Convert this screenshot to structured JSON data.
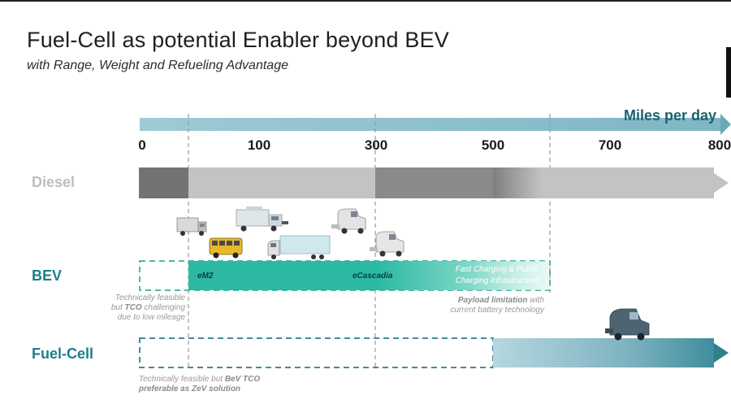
{
  "title": "Fuel-Cell as potential Enabler beyond BEV",
  "subtitle": "with Range, Weight and Refueling Advantage",
  "axis": {
    "label": "Miles per day",
    "ticks": [
      "0",
      "100",
      "300",
      "500",
      "700",
      "800"
    ]
  },
  "rows": {
    "diesel": {
      "label": "Diesel"
    },
    "bev": {
      "label": "BEV",
      "bar_labels": [
        "eM2",
        "eCascadia"
      ]
    },
    "fuel_cell": {
      "label": "Fuel-Cell"
    }
  },
  "notes": {
    "bev_left": {
      "line1": "Technically feasible",
      "line2_pre": "but ",
      "line2_bold": "TCO",
      "line2_post": " challenging",
      "line3": "due to low mileage"
    },
    "fast_charging": {
      "line1": "Fast Charging & Public",
      "line2": "Charging Infrastructure"
    },
    "payload": {
      "bold": "Payload limitation",
      "rest": " with",
      "line2": "current battery technology"
    },
    "fc_left": {
      "line1_pre": "Technically feasible but ",
      "line1_bold": "BeV TCO",
      "line2": "preferable as ZeV solution"
    }
  },
  "colors": {
    "axis_arrow": "#8ec1cf",
    "diesel_dark": "#737373",
    "diesel_light": "#c3c3c3",
    "bev_teal": "#2bb9a3",
    "fc_blue": "#a9cfd9",
    "fc_dark": "#3f8e9c",
    "label_teal": "#1e7e8c",
    "diesel_label": "#bdbdbd"
  },
  "icons": [
    "step-van-icon",
    "box-truck-icon",
    "semi-tractor-icon",
    "school-bus-icon",
    "trailer-truck-icon",
    "semi-tractor-icon",
    "fuel-cell-truck-icon"
  ]
}
